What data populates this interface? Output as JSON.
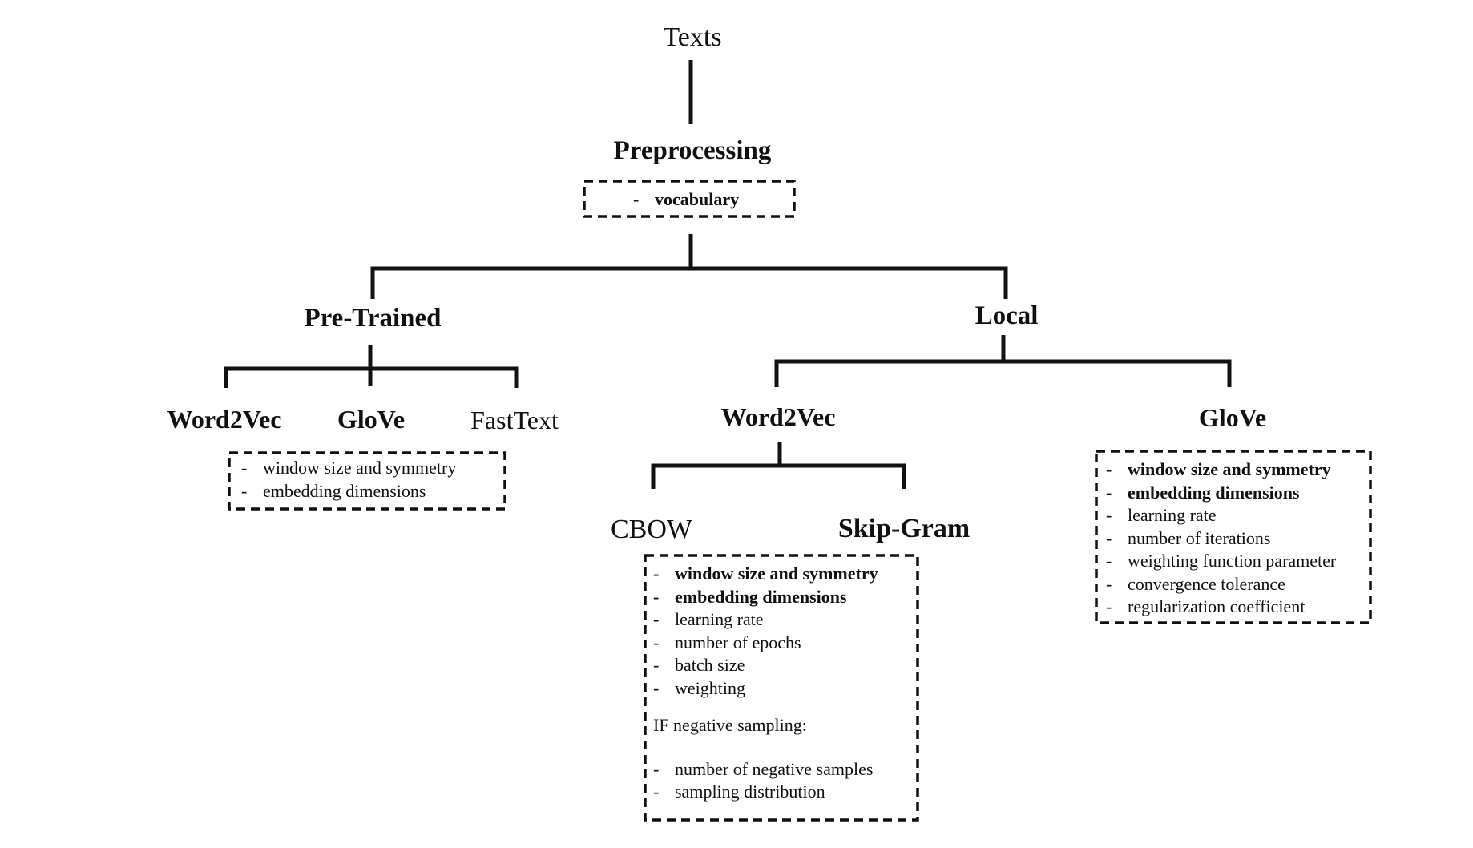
{
  "nodes": {
    "texts": "Texts",
    "preprocessing": "Preprocessing",
    "pretrained": "Pre-Trained",
    "local": "Local",
    "pt_word2vec": "Word2Vec",
    "pt_glove": "GloVe",
    "pt_fasttext": "FastText",
    "local_word2vec": "Word2Vec",
    "local_glove": "GloVe",
    "cbow": "CBOW",
    "skipgram": "Skip-Gram"
  },
  "boxes": {
    "preprocessing": {
      "items": [
        {
          "dash": "-",
          "text": "vocabulary",
          "bold": true
        }
      ]
    },
    "pretrained": {
      "items": [
        {
          "dash": "-",
          "text": "window size and symmetry",
          "bold": false
        },
        {
          "dash": "-",
          "text": "embedding dimensions",
          "bold": false
        }
      ]
    },
    "word2vec": {
      "items": [
        {
          "dash": "-",
          "text": "window size and symmetry",
          "bold": true
        },
        {
          "dash": "-",
          "text": "embedding dimensions",
          "bold": true
        },
        {
          "dash": "-",
          "text": "learning rate",
          "bold": false
        },
        {
          "dash": "-",
          "text": "number of epochs",
          "bold": false
        },
        {
          "dash": "-",
          "text": "batch size",
          "bold": false
        },
        {
          "dash": "-",
          "text": "weighting",
          "bold": false
        }
      ],
      "condition": "IF negative sampling:",
      "conditional_items": [
        {
          "dash": "-",
          "text": "number of negative samples",
          "bold": false
        },
        {
          "dash": "-",
          "text": "sampling distribution",
          "bold": false
        }
      ]
    },
    "glove": {
      "items": [
        {
          "dash": "-",
          "text": "window size and symmetry",
          "bold": true
        },
        {
          "dash": "-",
          "text": "embedding dimensions",
          "bold": true
        },
        {
          "dash": "-",
          "text": "learning rate",
          "bold": false
        },
        {
          "dash": "-",
          "text": "number of iterations",
          "bold": false
        },
        {
          "dash": "-",
          "text": "weighting function parameter",
          "bold": false
        },
        {
          "dash": "-",
          "text": "convergence tolerance",
          "bold": false
        },
        {
          "dash": "-",
          "text": "regularization coefficient",
          "bold": false
        }
      ]
    }
  }
}
